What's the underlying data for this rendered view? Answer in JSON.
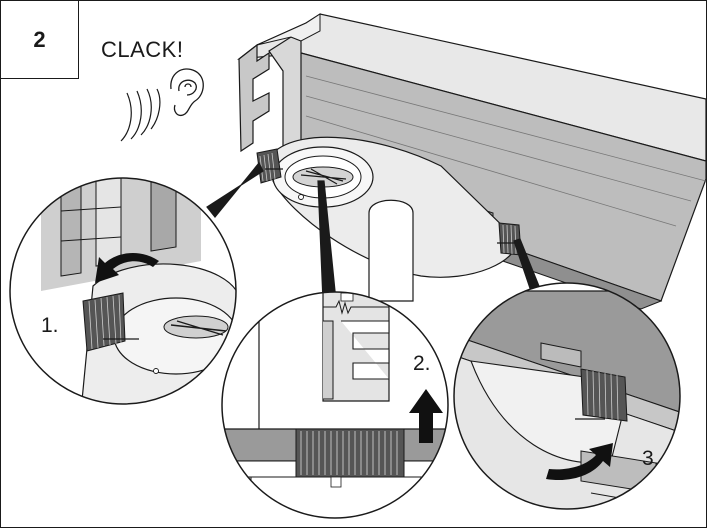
{
  "step": {
    "number": "2"
  },
  "sound": {
    "text": "CLACK!"
  },
  "steps": [
    {
      "label": "1."
    },
    {
      "label": "2."
    },
    {
      "label": "3."
    }
  ],
  "colors": {
    "line": "#1a1a1a",
    "rail_top": "#e8e8e8",
    "rail_face": "#b9b9b9",
    "rail_dark": "#8f8f8f",
    "disc": "#ededed",
    "arrow": "#111111"
  },
  "icons": [
    "ear-icon",
    "sound-waves-icon",
    "rotate-arrow-icon",
    "up-arrow-icon"
  ]
}
